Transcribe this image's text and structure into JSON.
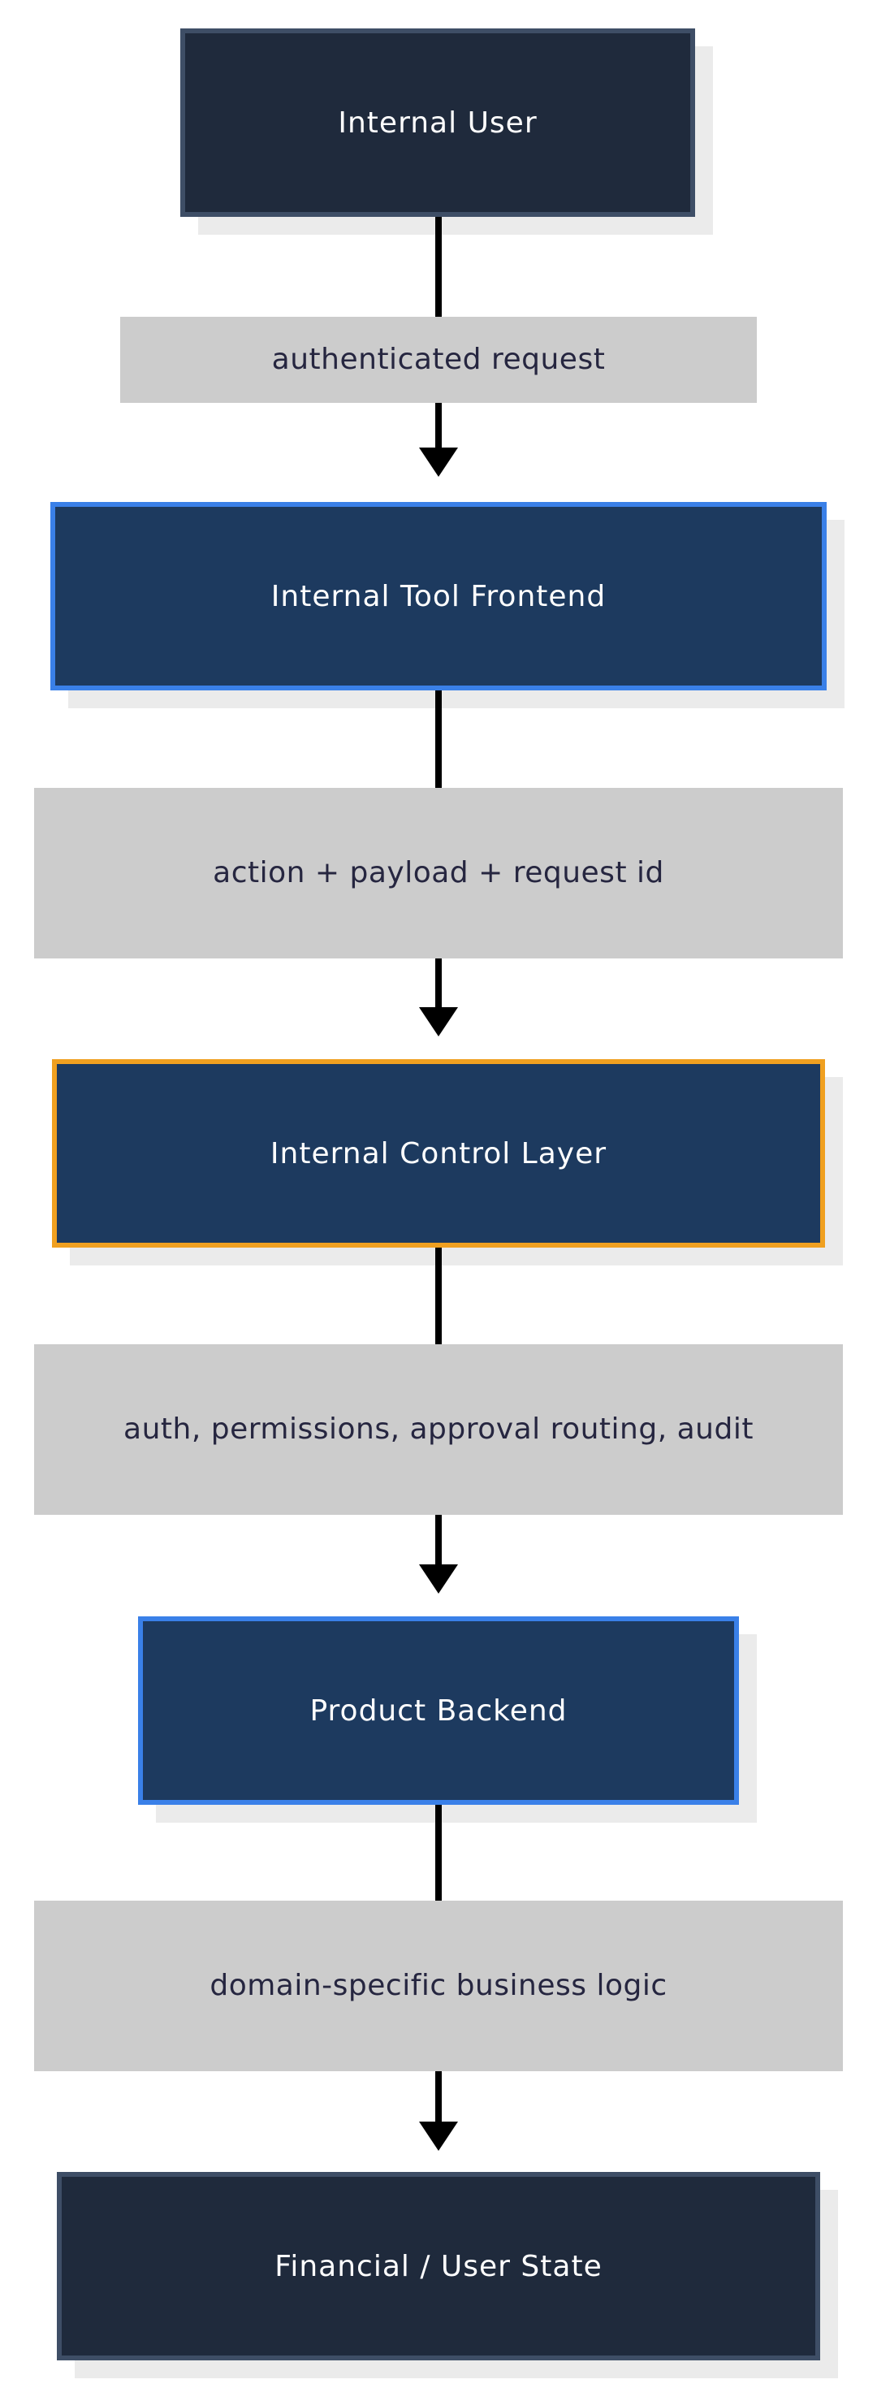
{
  "nodes": [
    {
      "id": "internal-user",
      "label": "Internal User",
      "style": "dark"
    },
    {
      "id": "internal-tool-frontend",
      "label": "Internal Tool Frontend",
      "style": "blue"
    },
    {
      "id": "internal-control-layer",
      "label": "Internal Control Layer",
      "style": "orange"
    },
    {
      "id": "product-backend",
      "label": "Product Backend",
      "style": "blue"
    },
    {
      "id": "financial-user-state",
      "label": "Financial / User State",
      "style": "dark"
    }
  ],
  "edges": [
    {
      "from": "internal-user",
      "to": "internal-tool-frontend",
      "label": "authenticated request"
    },
    {
      "from": "internal-tool-frontend",
      "to": "internal-control-layer",
      "label": "action + payload + request id"
    },
    {
      "from": "internal-control-layer",
      "to": "product-backend",
      "label": "auth, permissions, approval routing, audit"
    },
    {
      "from": "product-backend",
      "to": "financial-user-state",
      "label": "domain-specific business logic"
    }
  ],
  "colors": {
    "dark_fill": "#1f2a3c",
    "dark_border": "#3e4e66",
    "blue_fill": "#1d3a5f",
    "blue_border": "#3a80e8",
    "orange_border": "#f0a020",
    "edge_label_bg": "#cccccc",
    "edge_label_text": "#262640"
  }
}
